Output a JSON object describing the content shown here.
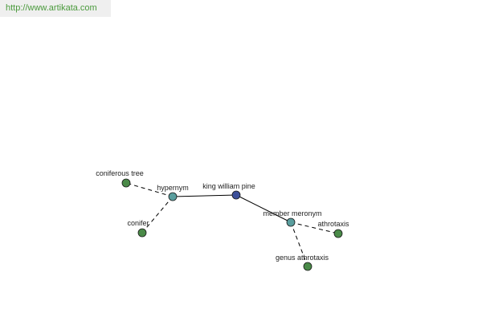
{
  "watermark": {
    "text": "http://www.artikata.com"
  },
  "graph": {
    "colors": {
      "line": "#000000",
      "center_node": "#3c4f9a",
      "relation_node": "#5a9e9e",
      "leaf_node": "#4a8a48",
      "node_border": "#1a1a1a"
    },
    "nodes": [
      {
        "id": "king-william-pine",
        "label": "king william pine",
        "kind": "center"
      },
      {
        "id": "hypernym",
        "label": "hypernym",
        "kind": "relation"
      },
      {
        "id": "member-meronym",
        "label": "member meronym",
        "kind": "relation"
      },
      {
        "id": "coniferous-tree",
        "label": "coniferous tree",
        "kind": "leaf"
      },
      {
        "id": "conifer",
        "label": "conifer",
        "kind": "leaf"
      },
      {
        "id": "athrotaxis",
        "label": "athrotaxis",
        "kind": "leaf"
      },
      {
        "id": "genus-athrotaxis",
        "label": "genus athrotaxis",
        "kind": "leaf"
      }
    ],
    "edges": [
      {
        "from": "hypernym",
        "to": "king-william-pine",
        "style": "solid"
      },
      {
        "from": "king-william-pine",
        "to": "member-meronym",
        "style": "solid"
      },
      {
        "from": "hypernym",
        "to": "coniferous-tree",
        "style": "dashed"
      },
      {
        "from": "hypernym",
        "to": "conifer",
        "style": "dashed"
      },
      {
        "from": "member-meronym",
        "to": "athrotaxis",
        "style": "dashed"
      },
      {
        "from": "member-meronym",
        "to": "genus-athrotaxis",
        "style": "dashed"
      }
    ]
  }
}
